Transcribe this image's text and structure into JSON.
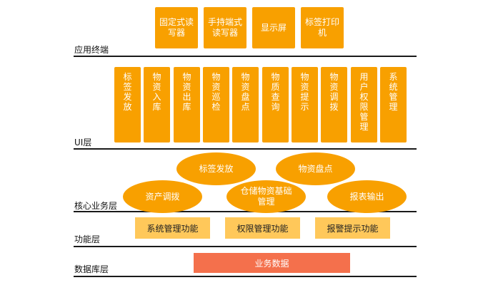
{
  "layers": {
    "terminal": "应用终端",
    "ui": "UI层",
    "core": "核心业务层",
    "function": "功能层",
    "database": "数据库层"
  },
  "terminals": [
    "固定式读写器",
    "手持端式读写器",
    "显示屏",
    "标签打印机"
  ],
  "ui_modules": [
    "标签发放",
    "物资入库",
    "物资出库",
    "物资巡检",
    "物资盘点",
    "物质查询",
    "物资提示",
    "物资调拨",
    "用户权限管理",
    "系统管理"
  ],
  "core_services": [
    "标签发放",
    "物资盘点",
    "资产调拨",
    "仓储物资基础管理",
    "报表输出"
  ],
  "functions": [
    "系统管理功能",
    "权限管理功能",
    "报警提示功能"
  ],
  "database": {
    "business_data": "业务数据"
  },
  "colors": {
    "primary": "#f8a000",
    "function": "#ffc85a",
    "data": "#f4704c",
    "divider": "#1a1a1a"
  }
}
